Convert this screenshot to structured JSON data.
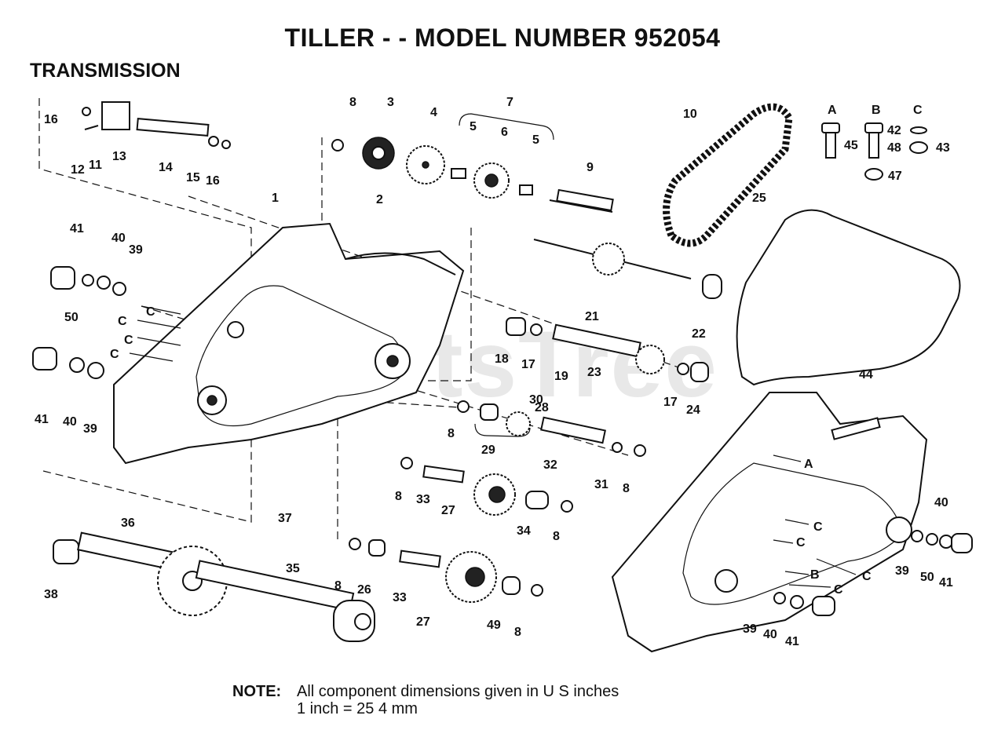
{
  "title": "TILLER - - MODEL NUMBER 952054",
  "section": "TRANSMISSION",
  "watermark": "PartsTree",
  "note": {
    "label": "NOTE:",
    "line1": "All component dimensions given in U S  inches",
    "line2": "1 inch = 25 4 mm"
  },
  "hardware_legend": [
    {
      "letter": "A",
      "parts": [
        "45"
      ]
    },
    {
      "letter": "B",
      "parts": [
        "48",
        "47"
      ]
    },
    {
      "letter": "C",
      "parts": [
        "42",
        "43"
      ]
    }
  ],
  "callouts": {
    "n1": "1",
    "n2": "2",
    "n3": "3",
    "n4": "4",
    "n5a": "5",
    "n5b": "5",
    "n6": "6",
    "n7": "7",
    "n8a": "8",
    "n8b": "8",
    "n8c": "8",
    "n8d": "8",
    "n8e": "8",
    "n8f": "8",
    "n8g": "8",
    "n9": "9",
    "n10": "10",
    "n11": "11",
    "n12": "12",
    "n13": "13",
    "n14": "14",
    "n15": "15",
    "n16a": "16",
    "n16b": "16",
    "n17a": "17",
    "n17b": "17",
    "n18": "18",
    "n19": "19",
    "n21": "21",
    "n22": "22",
    "n23": "23",
    "n24": "24",
    "n25": "25",
    "n26": "26",
    "n27a": "27",
    "n27b": "27",
    "n28": "28",
    "n29": "29",
    "n30": "30",
    "n31": "31",
    "n32": "32",
    "n33a": "33",
    "n33b": "33",
    "n34": "34",
    "n35": "35",
    "n36": "36",
    "n37": "37",
    "n38": "38",
    "n39a": "39",
    "n39b": "39",
    "n39c": "39",
    "n39d": "39",
    "n40a": "40",
    "n40b": "40",
    "n40c": "40",
    "n40d": "40",
    "n41a": "41",
    "n41b": "41",
    "n41c": "41",
    "n41d": "41",
    "n42": "42",
    "n43": "43",
    "n44": "44",
    "n45": "45",
    "n47": "47",
    "n48": "48",
    "n49": "49",
    "n50a": "50",
    "n50b": "50",
    "hA": "A",
    "hB": "B",
    "hC": "C",
    "refCa": "C",
    "refCb": "C",
    "refCc": "C",
    "refCd": "C",
    "refCe": "C",
    "refCf": "C",
    "refCg": "C",
    "refCh": "C",
    "refAa": "A",
    "refBa": "B"
  }
}
